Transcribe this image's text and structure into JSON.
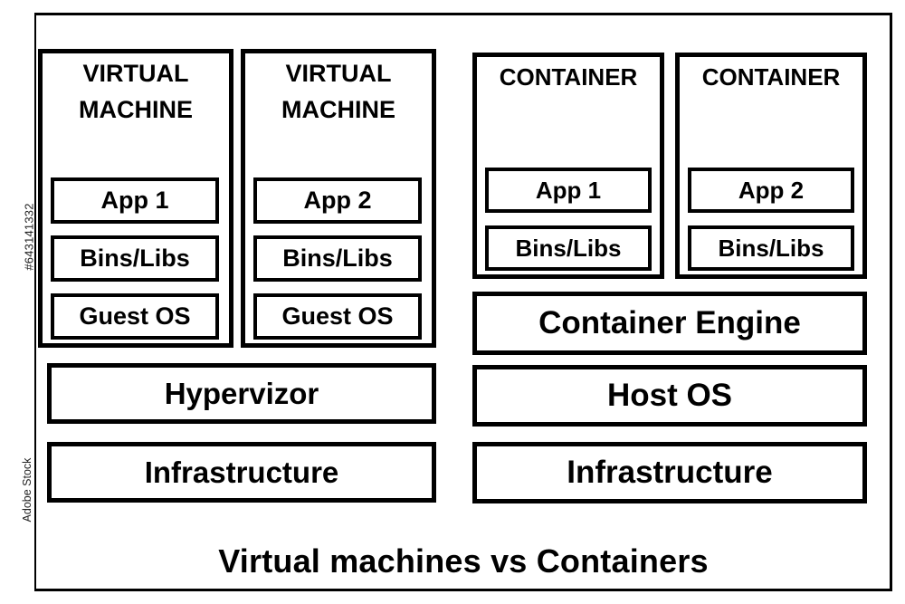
{
  "watermark": {
    "id_text": "#643141332",
    "label": "Adobe Stock"
  },
  "caption": "Virtual machines vs Containers",
  "left_column": {
    "vms": [
      {
        "title": "VIRTUAL\nMACHINE",
        "title_line1": "VIRTUAL",
        "title_line2": "MACHINE",
        "layers": [
          "App 1",
          "Bins/Libs",
          "Guest OS"
        ]
      },
      {
        "title_line1": "VIRTUAL",
        "title_line2": "MACHINE",
        "layers": [
          "App 2",
          "Bins/Libs",
          "Guest OS"
        ]
      }
    ],
    "hypervisor": "Hypervizor",
    "infrastructure": "Infrastructure"
  },
  "right_column": {
    "containers": [
      {
        "title": "CONTAINER",
        "layers": [
          "App 1",
          "Bins/Libs"
        ]
      },
      {
        "title": "CONTAINER",
        "layers": [
          "App 2",
          "Bins/Libs"
        ]
      }
    ],
    "container_engine": "Container Engine",
    "host_os": "Host OS",
    "infrastructure": "Infrastructure"
  },
  "colors": {
    "stroke": "#000000",
    "background": "#ffffff"
  }
}
